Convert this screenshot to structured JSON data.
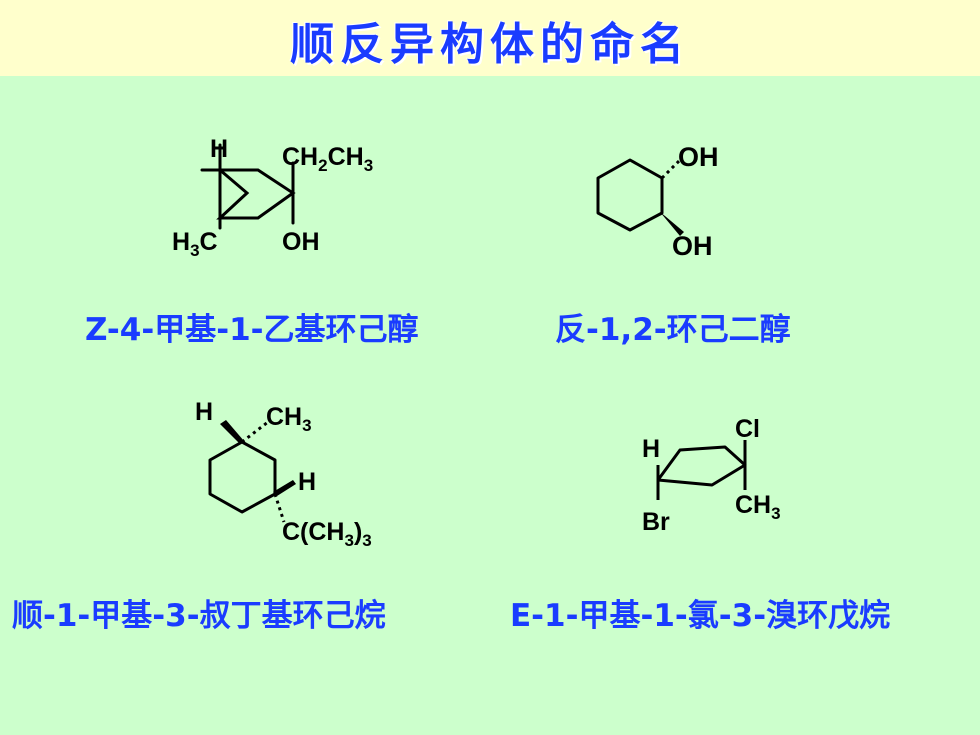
{
  "title": "顺反异构体的命名",
  "molecules": [
    {
      "name": "Z-4-甲基-1-乙基环己醇",
      "labels": {
        "h": "H",
        "ch2": "CH",
        "sub2": "2",
        "ch3a": "CH",
        "sub3a": "3",
        "h3": "H",
        "sub3b": "3",
        "c": "C",
        "oh": "OH"
      }
    },
    {
      "name": "反-1,2-环己二醇",
      "labels": {
        "oh_top": "OH",
        "oh_bottom": "OH"
      }
    },
    {
      "name": "顺-1-甲基-3-叔丁基环己烷",
      "labels": {
        "h_top": "H",
        "ch": "CH",
        "sub3": "3",
        "h_mid": "H",
        "c_open": "C(CH",
        "sub3c": "3",
        "close": ")",
        "sub3d": "3"
      }
    },
    {
      "name": "E-1-甲基-1-氯-3-溴环戊烷",
      "labels": {
        "h": "H",
        "cl": "Cl",
        "ch": "CH",
        "sub3": "3",
        "br": "Br"
      }
    }
  ],
  "colors": {
    "title": "#1a3cff",
    "name": "#1a3cff",
    "background": "#ccffcc",
    "title_bar": "#ffffcc"
  }
}
